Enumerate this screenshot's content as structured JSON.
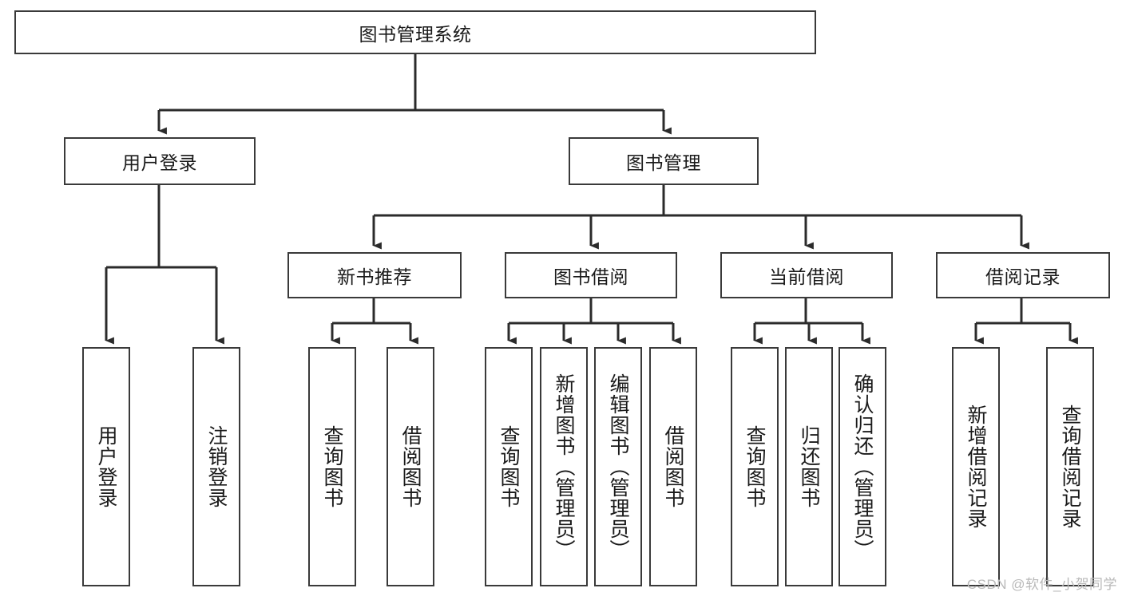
{
  "diagram": {
    "title": "图书管理系统",
    "type": "hierarchy-tree",
    "watermark": "CSDN @软件_小贺同学",
    "colors": {
      "box_border": "#3a3a3a",
      "box_fill": "#ffffff",
      "edge": "#2b2b2b",
      "text": "#1a1a1a",
      "watermark": "#b9b9b9",
      "background": "#ffffff"
    },
    "nodes": {
      "root": {
        "label": "图书管理系统",
        "level": 1,
        "orientation": "horizontal"
      },
      "user_login": {
        "label": "用户登录",
        "level": 2,
        "orientation": "horizontal"
      },
      "book_manage": {
        "label": "图书管理",
        "level": 2,
        "orientation": "horizontal"
      },
      "new_book_rec": {
        "label": "新书推荐",
        "level": 3,
        "orientation": "horizontal"
      },
      "book_borrow": {
        "label": "图书借阅",
        "level": 3,
        "orientation": "horizontal"
      },
      "current_borrow": {
        "label": "当前借阅",
        "level": 3,
        "orientation": "horizontal"
      },
      "borrow_record": {
        "label": "借阅记录",
        "level": 3,
        "orientation": "horizontal"
      },
      "leaf_user_login": {
        "label": "用户登录",
        "level": 4,
        "orientation": "vertical"
      },
      "leaf_logout": {
        "label": "注销登录",
        "level": 4,
        "orientation": "vertical"
      },
      "leaf_query_book_a": {
        "label": "查询图书",
        "level": 4,
        "orientation": "vertical"
      },
      "leaf_borrow_book_a": {
        "label": "借阅图书",
        "level": 4,
        "orientation": "vertical"
      },
      "leaf_query_book_b": {
        "label": "查询图书",
        "level": 4,
        "orientation": "vertical"
      },
      "leaf_add_book": {
        "label": "新增图书（管理员）",
        "level": 4,
        "orientation": "vertical"
      },
      "leaf_edit_book": {
        "label": "编辑图书（管理员）",
        "level": 4,
        "orientation": "vertical"
      },
      "leaf_borrow_book_b": {
        "label": "借阅图书",
        "level": 4,
        "orientation": "vertical"
      },
      "leaf_query_book_c": {
        "label": "查询图书",
        "level": 4,
        "orientation": "vertical"
      },
      "leaf_return_book": {
        "label": "归还图书",
        "level": 4,
        "orientation": "vertical"
      },
      "leaf_confirm_return": {
        "label": "确认归还（管理员）",
        "level": 4,
        "orientation": "vertical"
      },
      "leaf_add_record": {
        "label": "新增借阅记录",
        "level": 4,
        "orientation": "vertical"
      },
      "leaf_query_record": {
        "label": "查询借阅记录",
        "level": 4,
        "orientation": "vertical"
      }
    }
  }
}
